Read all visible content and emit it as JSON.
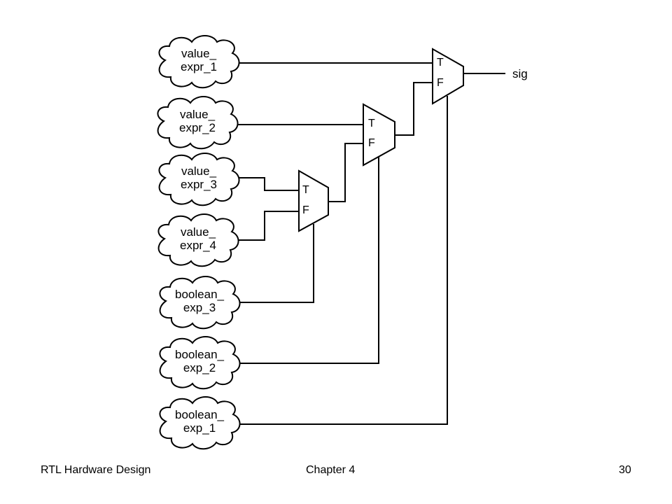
{
  "diagram": {
    "clouds": [
      {
        "line1": "value_",
        "line2": "expr_1"
      },
      {
        "line1": "value_",
        "line2": "expr_2"
      },
      {
        "line1": "value_",
        "line2": "expr_3"
      },
      {
        "line1": "value_",
        "line2": "expr_4"
      },
      {
        "line1": "boolean_",
        "line2": "exp_3"
      },
      {
        "line1": "boolean_",
        "line2": "exp_2"
      },
      {
        "line1": "boolean_",
        "line2": "exp_1"
      }
    ],
    "muxes": [
      {
        "t": "T",
        "f": "F"
      },
      {
        "t": "T",
        "f": "F"
      },
      {
        "t": "T",
        "f": "F"
      }
    ],
    "output": "sig"
  },
  "footer": {
    "left": "RTL Hardware Design",
    "center": "Chapter 4",
    "right": "30"
  }
}
